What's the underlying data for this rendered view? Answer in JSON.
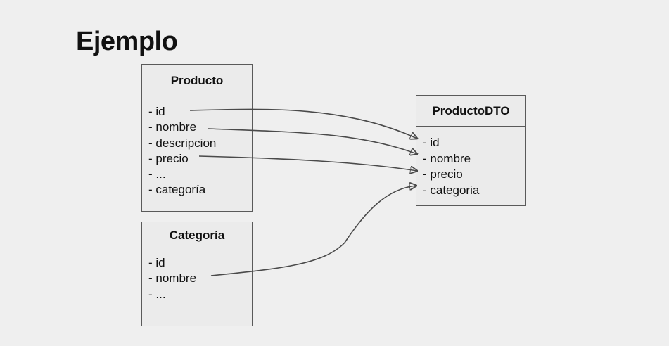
{
  "title": "Ejemplo",
  "producto": {
    "name": "Producto",
    "fields": [
      "- id",
      "- nombre",
      "- descripcion",
      "- precio",
      "- ...",
      "- categoría"
    ]
  },
  "categoria": {
    "name": "Categoría",
    "fields": [
      "- id",
      "- nombre",
      "- ..."
    ]
  },
  "producto_dto": {
    "name": "ProductoDTO",
    "fields": [
      "- id",
      "- nombre",
      "- precio",
      "- categoria"
    ]
  },
  "mappings": [
    {
      "from": "producto.id",
      "to": "producto_dto.id"
    },
    {
      "from": "producto.nombre",
      "to": "producto_dto.nombre"
    },
    {
      "from": "producto.precio",
      "to": "producto_dto.precio"
    },
    {
      "from": "categoria.nombre",
      "to": "producto_dto.categoria"
    }
  ],
  "colors": {
    "background": "#efefef",
    "box_fill": "#ebebeb",
    "border": "#5a5a5a",
    "arrow": "#4a4a4a"
  }
}
